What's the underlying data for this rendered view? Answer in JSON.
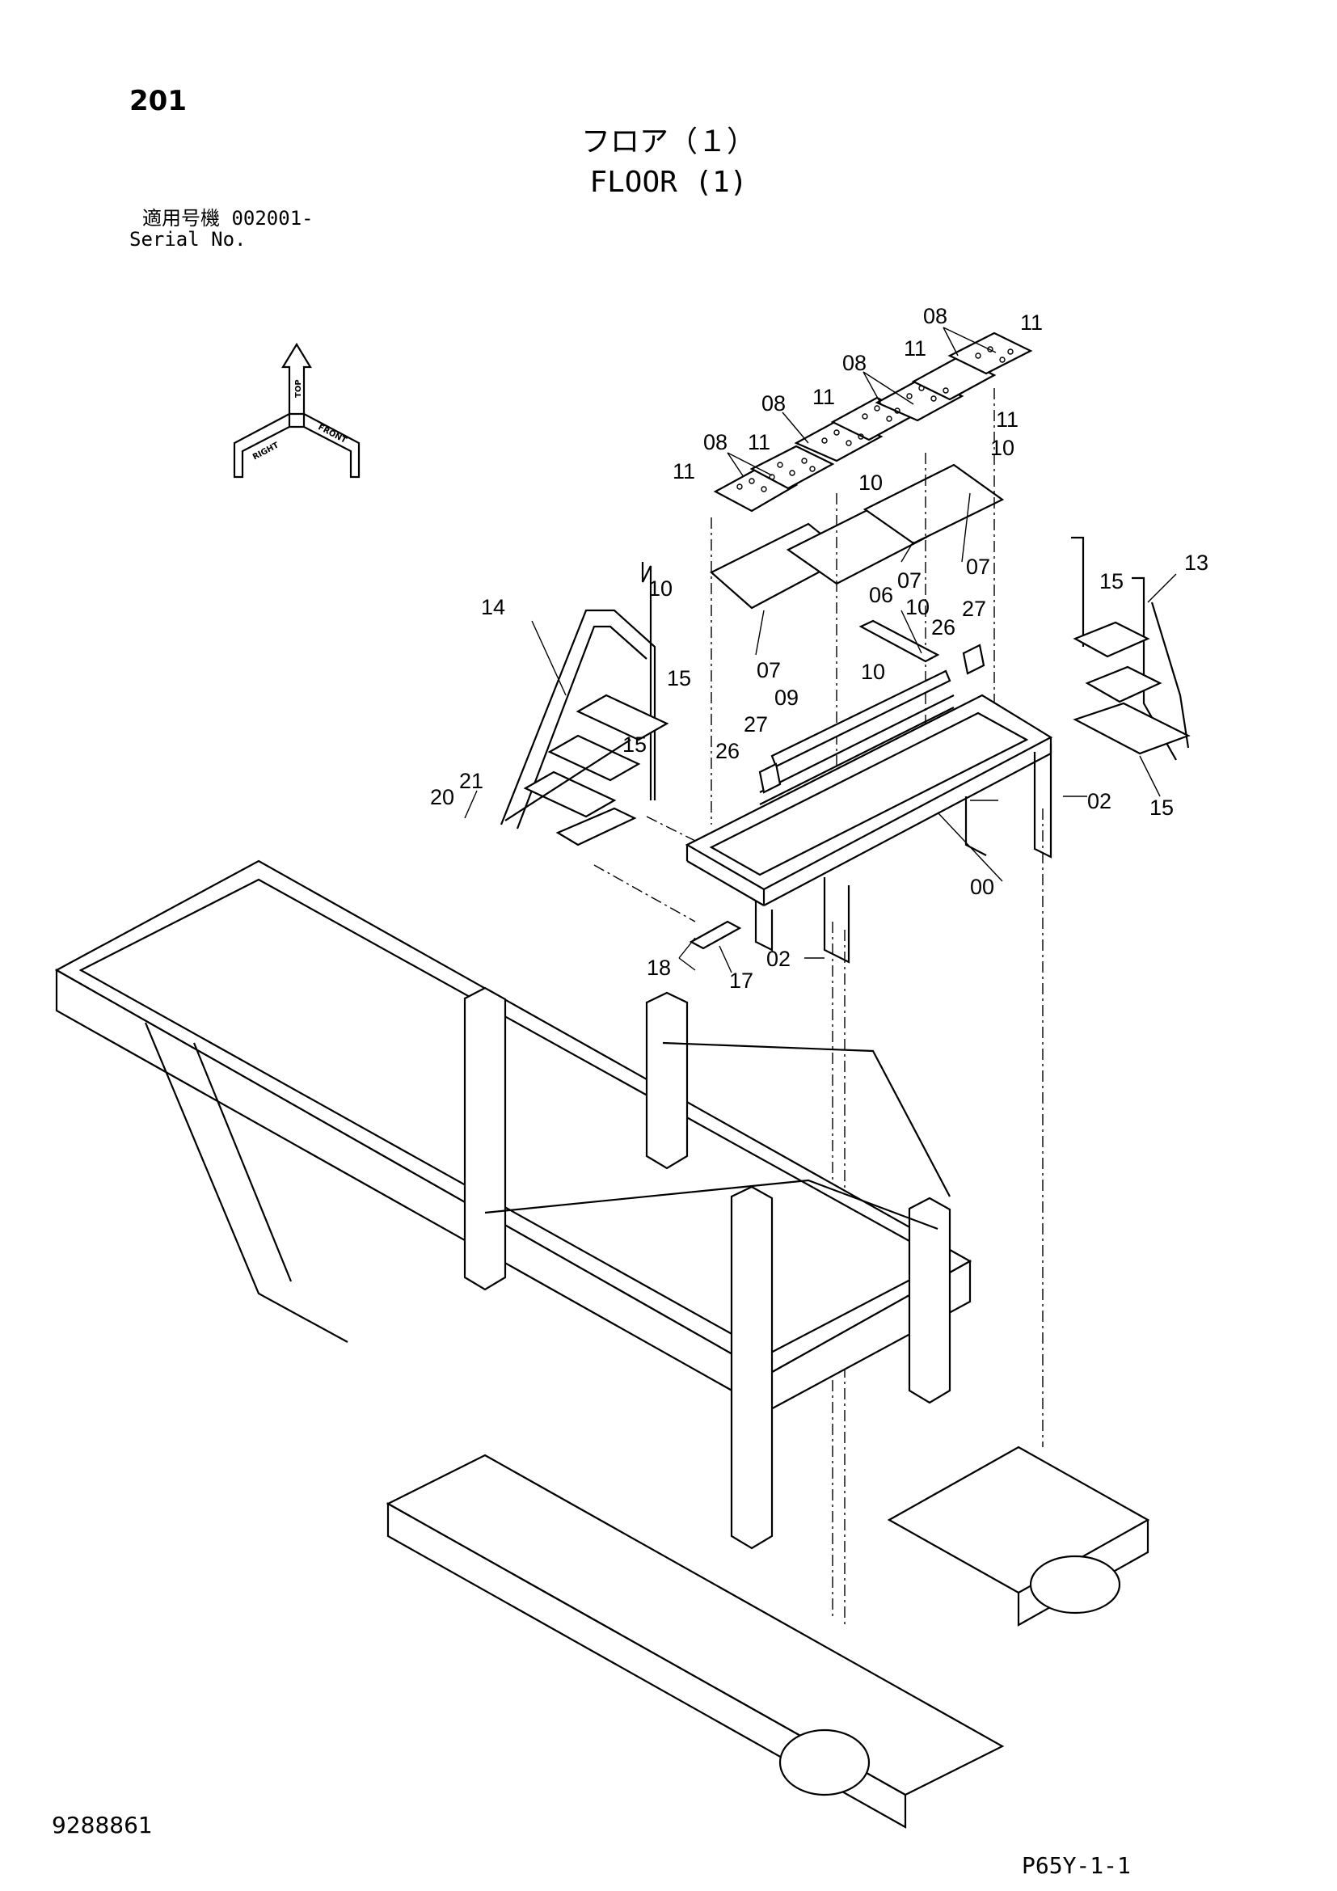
{
  "page_number": "201",
  "title_jp": "フロア（１）",
  "title_en": "FLOOR (1)",
  "serial_label_jp": "適用号機  002001-",
  "serial_label_en": "Serial No.",
  "drawing_number": "9288861",
  "sheet_reference": "P65Y-1-1",
  "orientation_labels": {
    "top": "TOP",
    "right": "RIGHT",
    "front": "FRONT"
  },
  "callouts": {
    "p00": "00",
    "p02a": "02",
    "p02b": "02",
    "p06": "06",
    "p07a": "07",
    "p07b": "07",
    "p07c": "07",
    "p08a": "08",
    "p08b": "08",
    "p08c": "08",
    "p08d": "08",
    "p09": "09",
    "p10a": "10",
    "p10b": "10",
    "p10c": "10",
    "p10d": "10",
    "p10e": "10",
    "p11a": "11",
    "p11b": "11",
    "p11c": "11",
    "p11d": "11",
    "p11e": "11",
    "p11f": "11",
    "p13": "13",
    "p14": "14",
    "p15a": "15",
    "p15b": "15",
    "p15c": "15",
    "p15d": "15",
    "p17": "17",
    "p18": "18",
    "p20": "20",
    "p21": "21",
    "p26a": "26",
    "p26b": "26",
    "p27a": "27",
    "p27b": "27"
  }
}
